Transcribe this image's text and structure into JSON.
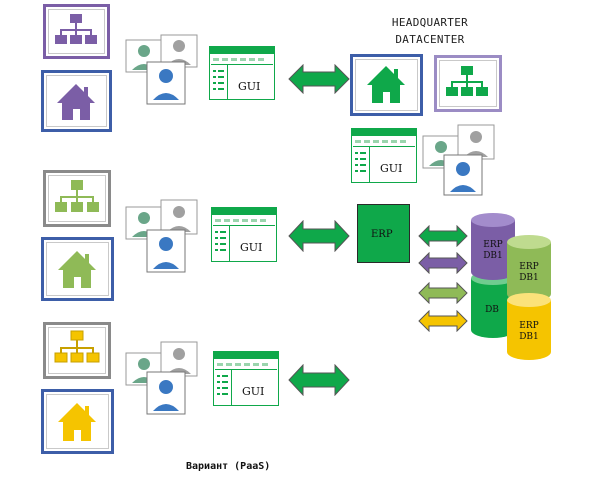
{
  "headquarter": {
    "line1": "HEADQUARTER",
    "line2": "DATACENTER"
  },
  "gui_label": "GUI",
  "erp_label": "ERP",
  "db": {
    "erp_db1": "ERP\nDB1",
    "db": "DB"
  },
  "caption": "Вариант (PaaS)",
  "colors": {
    "purple": "#7b5ea6",
    "green": "#0fa84a",
    "lightgreen": "#8fba57",
    "yellow": "#f5c400",
    "blue_border": "#3d5ea8",
    "gray_border": "#8a8a8a"
  },
  "icons": [
    "org-chart-icon",
    "house-icon",
    "users-icon",
    "gui-window-icon",
    "double-arrow-icon",
    "database-icon"
  ]
}
